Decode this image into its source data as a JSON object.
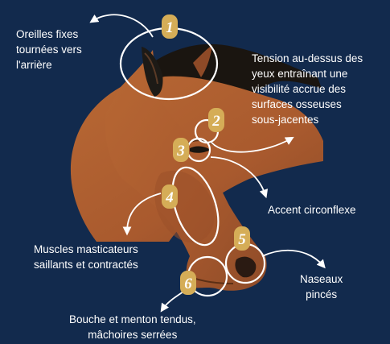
{
  "colors": {
    "background": "#122a4d",
    "horse_coat": "#b25f32",
    "mane": "#1a1510",
    "badge": "#d5ad57",
    "stroke": "#ffffff"
  },
  "labels": {
    "ears": [
      "Oreilles fixes",
      "tournées vers",
      "l'arrière"
    ],
    "tension": [
      "Tension au-dessus des",
      "yeux entraînant une",
      "visibilité accrue des",
      "surfaces osseuses",
      "sous-jacentes"
    ],
    "eye": [
      "Accent circonflexe"
    ],
    "muscles": [
      "Muscles masticateurs",
      "saillants et contractés"
    ],
    "nostrils": [
      "Naseaux",
      "pincés"
    ],
    "mouth": [
      "Bouche et menton tendus,",
      "mâchoires serrées"
    ]
  },
  "badges": [
    "1",
    "2",
    "3",
    "4",
    "5",
    "6"
  ]
}
